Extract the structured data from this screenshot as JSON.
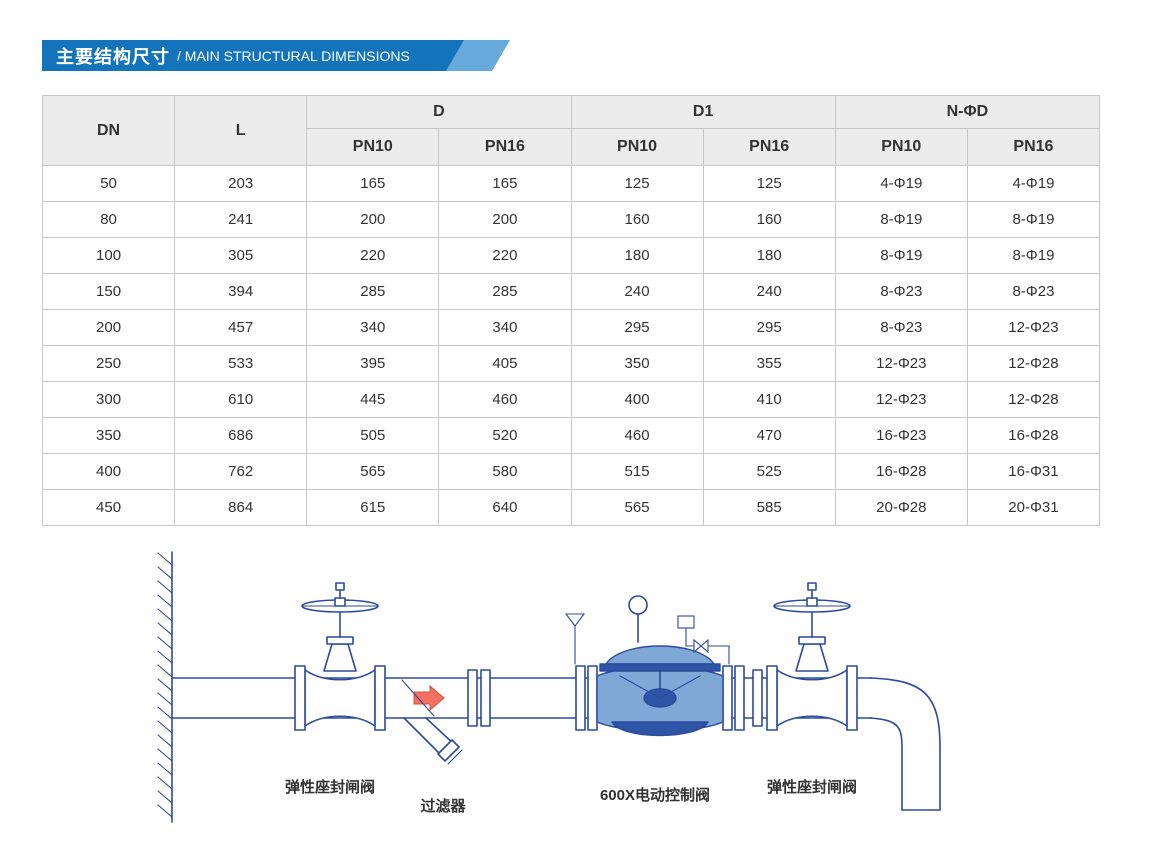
{
  "banner": {
    "title_zh": "主要结构尺寸",
    "title_en": "/ MAIN STRUCTURAL DIMENSIONS"
  },
  "table": {
    "group_headers": [
      "DN",
      "L",
      "D",
      "D1",
      "N-ΦD"
    ],
    "sub_headers": [
      "PN10",
      "PN16",
      "PN10",
      "PN16",
      "PN10",
      "PN16"
    ],
    "rows": [
      [
        "50",
        "203",
        "165",
        "165",
        "125",
        "125",
        "4-Φ19",
        "4-Φ19"
      ],
      [
        "80",
        "241",
        "200",
        "200",
        "160",
        "160",
        "8-Φ19",
        "8-Φ19"
      ],
      [
        "100",
        "305",
        "220",
        "220",
        "180",
        "180",
        "8-Φ19",
        "8-Φ19"
      ],
      [
        "150",
        "394",
        "285",
        "285",
        "240",
        "240",
        "8-Φ23",
        "8-Φ23"
      ],
      [
        "200",
        "457",
        "340",
        "340",
        "295",
        "295",
        "8-Φ23",
        "12-Φ23"
      ],
      [
        "250",
        "533",
        "395",
        "405",
        "350",
        "355",
        "12-Φ23",
        "12-Φ28"
      ],
      [
        "300",
        "610",
        "445",
        "460",
        "400",
        "410",
        "12-Φ23",
        "12-Φ28"
      ],
      [
        "350",
        "686",
        "505",
        "520",
        "460",
        "470",
        "16-Φ23",
        "16-Φ28"
      ],
      [
        "400",
        "762",
        "565",
        "580",
        "515",
        "525",
        "16-Φ28",
        "16-Φ31"
      ],
      [
        "450",
        "864",
        "615",
        "640",
        "565",
        "585",
        "20-Φ28",
        "20-Φ31"
      ]
    ]
  },
  "diagram": {
    "labels": {
      "gate_valve_left": "弹性座封闸阀",
      "strainer": "过滤器",
      "control_valve": "600X电动控制阀",
      "gate_valve_right": "弹性座封闸阀"
    },
    "colors": {
      "line": "#2c4a9e",
      "fill_light": "#7fa8d6",
      "fill_dark": "#2e55a5",
      "flow_arrow": "#f2705f"
    }
  },
  "colors": {
    "banner_dark": "#1374bc",
    "banner_light": "#66a9da",
    "table_header_bg": "#ececec",
    "table_border": "#c6c6c6"
  }
}
